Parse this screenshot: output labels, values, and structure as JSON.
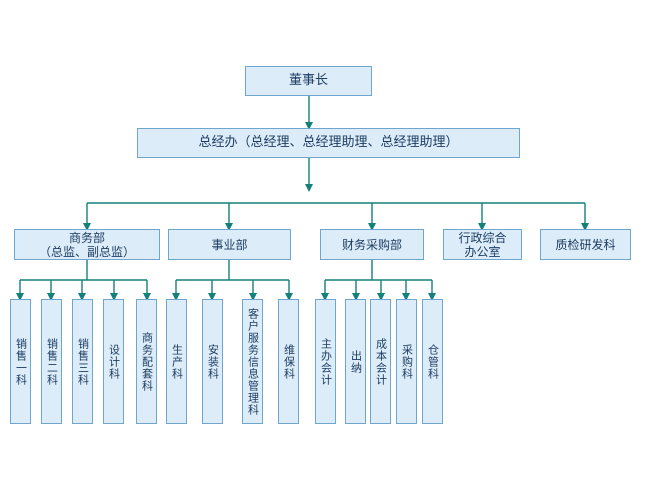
{
  "ceo": "董事长",
  "gm": "总经办（总经理、总经理助理、总经理助理）",
  "departments": [
    {
      "title": "商务部",
      "subtitle": "（总监、副总监）",
      "sections": [
        "销售一科",
        "销售二科",
        "销售三科",
        "设计科",
        "商务配套科"
      ]
    },
    {
      "title": "事业部",
      "subtitle": "",
      "sections": [
        "生产科",
        "安装科",
        "客户服务信息管理科",
        "维保科"
      ]
    },
    {
      "title": "财务采购部",
      "subtitle": "",
      "sections": [
        "主办会计",
        "出纳",
        "成本会计",
        "采购科",
        "仓管科"
      ]
    },
    {
      "title": "行政综合",
      "subtitle": "办公室",
      "sections": []
    },
    {
      "title": "质检研发科",
      "subtitle": "",
      "sections": []
    }
  ],
  "colors": {
    "box_fill": "#dcecf8",
    "box_border": "#6ea6cf",
    "connector": "#14807a",
    "text": "#1d3d63"
  }
}
